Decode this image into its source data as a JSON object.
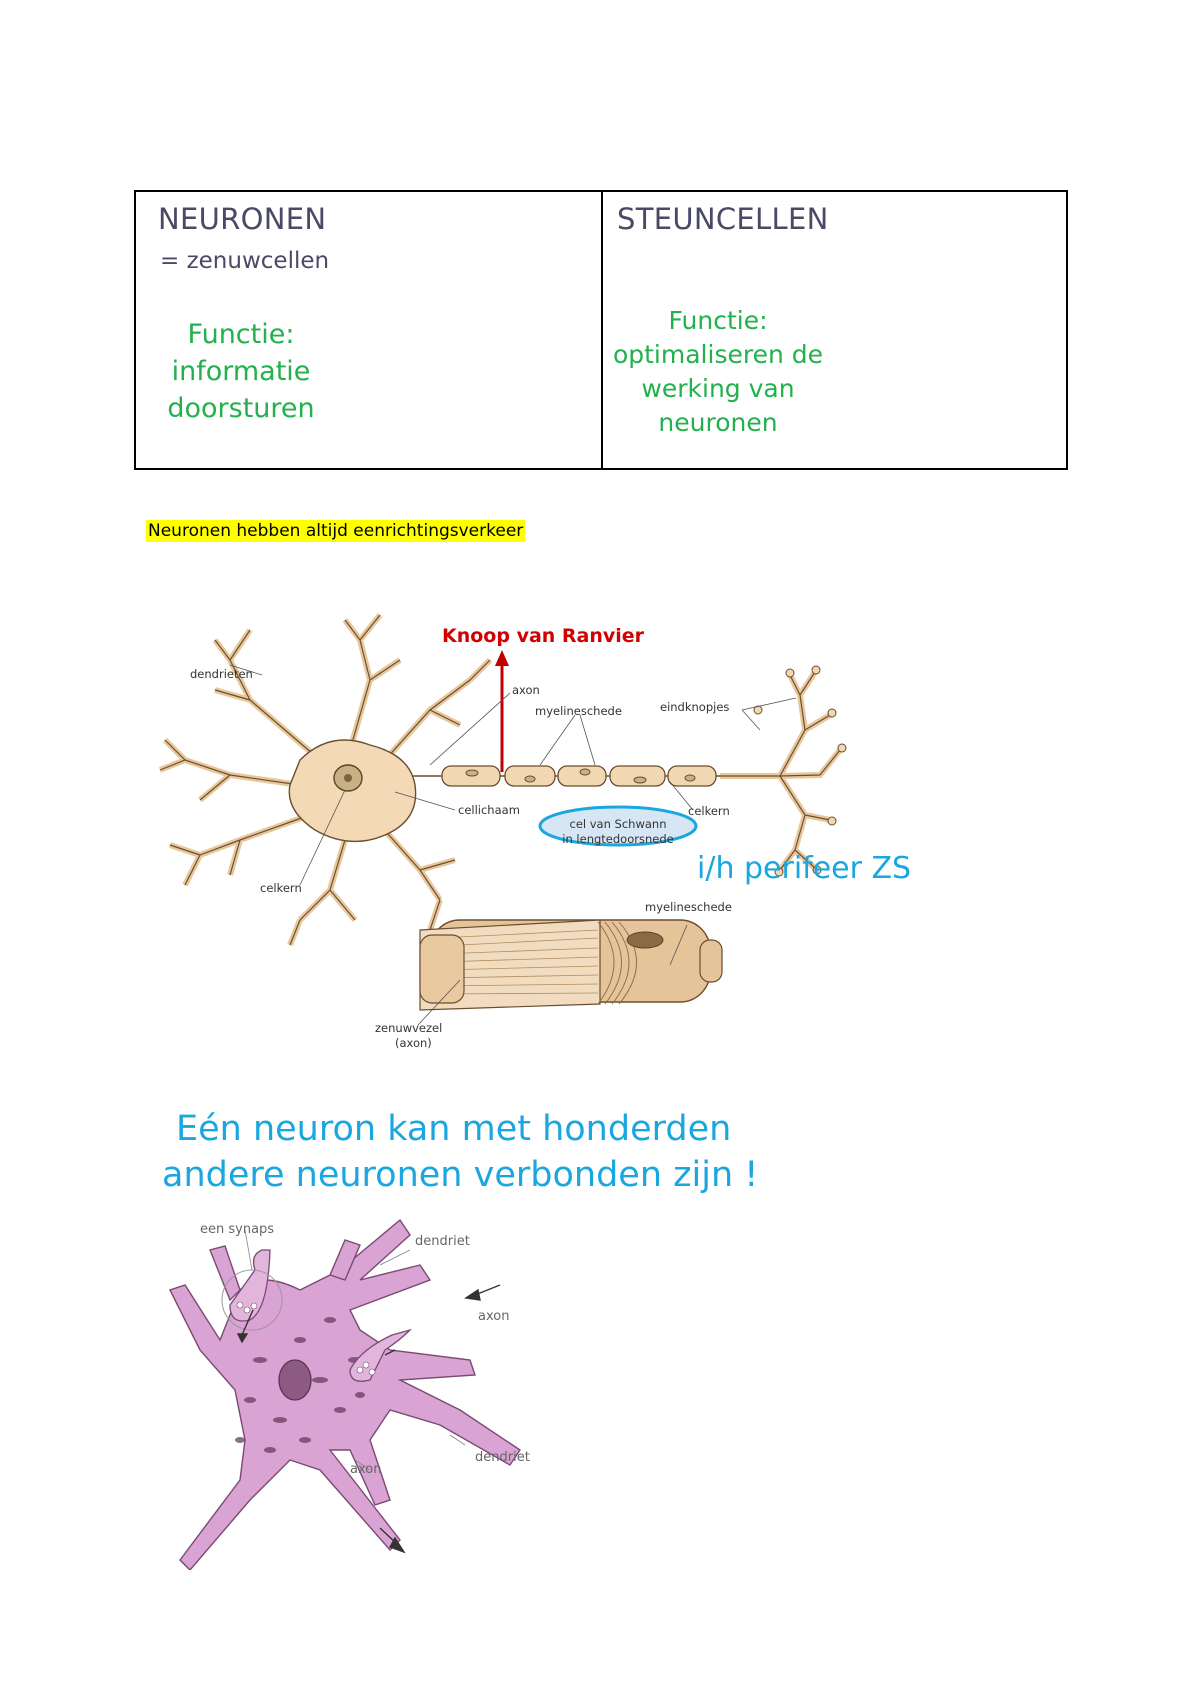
{
  "table": {
    "left": {
      "title": "NEURONEN",
      "subtitle": "= zenuwcellen",
      "function_lines": [
        "Functie:",
        "informatie",
        "doorsturen"
      ]
    },
    "right": {
      "title": "STEUNCELLEN",
      "function_lines": [
        "Functie:",
        "optimaliseren de",
        "werking van",
        "neuronen"
      ]
    }
  },
  "highlight_note": "Neuronen hebben altijd eenrichtingsverkeer",
  "neuron_diagram": {
    "title": "Knoop van Ranvier",
    "labels": {
      "dendrites": "dendrieten",
      "axon": "axon",
      "myelin": "myelineschede",
      "terminals": "eindknopjes",
      "cell_body": "cellichaam",
      "nucleus_left": "celkern",
      "nucleus_right": "celkern",
      "schwann": "cel van Schwann",
      "longitudinal": "in lengtedoorsnede"
    },
    "pns_note": "i/h perifeer ZS"
  },
  "myelin_diagram": {
    "myelin": "myelineschede",
    "fiber_line1": "zenuwvezel",
    "fiber_line2": "(axon)"
  },
  "connection_text": {
    "line1": "Eén neuron kan met honderden",
    "line2": "andere neuronen verbonden zijn !"
  },
  "synapse_diagram": {
    "synapse": "een synaps",
    "dendrite_top": "dendriet",
    "axon_right": "axon",
    "dendrite_bottom": "dendriet",
    "axon_bottom": "axon"
  },
  "colors": {
    "green": "#22b14c",
    "red": "#d40000",
    "blue": "#1aa7e0",
    "neuron_fill": "#f3d9b5",
    "pink_fill": "#d9a3d3",
    "highlight": "#ffff00"
  }
}
